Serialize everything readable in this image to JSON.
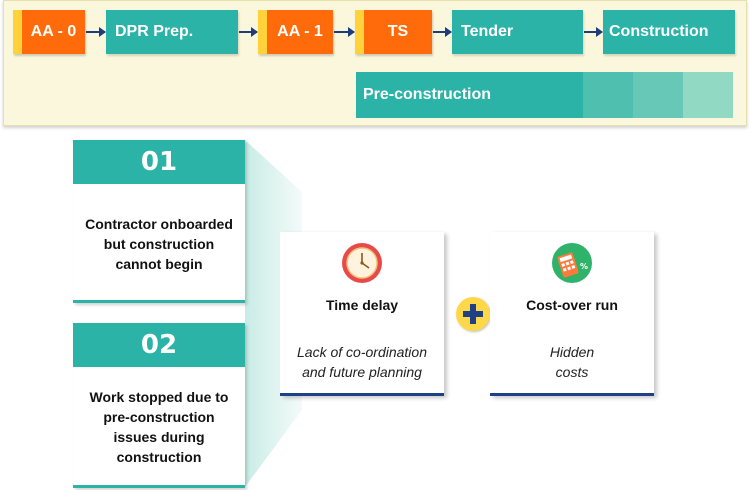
{
  "stages": [
    "AA - 0",
    "DPR Prep.",
    "AA - 1",
    "TS",
    "Tender",
    "Construction"
  ],
  "precon_label": "Pre-construction",
  "cards": [
    {
      "num": "01",
      "lines": [
        "Contractor onboarded",
        "but construction",
        "cannot begin"
      ]
    },
    {
      "num": "02",
      "lines": [
        "Work stopped due to",
        "pre-construction",
        "issues during",
        "construction"
      ]
    }
  ],
  "panels": [
    {
      "title": "Time delay",
      "desc": [
        "Lack of co-ordination",
        "and future planning"
      ]
    },
    {
      "title": "Cost-over run",
      "desc": [
        "Hidden",
        "costs"
      ]
    }
  ],
  "colors": {
    "teal": "#2bb3a8",
    "orange": "#ff6b0b",
    "yellow": "#ffd23c",
    "navy": "#1f3d7a",
    "band": "#fbf7dc"
  }
}
